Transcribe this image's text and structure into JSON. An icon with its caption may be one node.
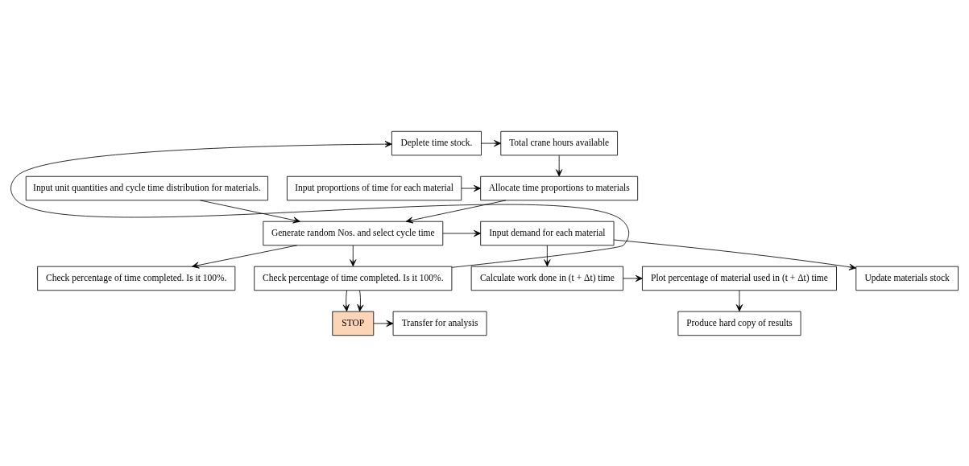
{
  "diagram": {
    "nodes": [
      {
        "text": [
          "Total crane hours available"
        ]
      },
      {
        "text": [
          "Deplete time stock."
        ]
      },
      {
        "text": [
          "Input unit quantities and cycle time distribution for materials."
        ]
      },
      {
        "text": [
          "Allocate time proportions to materials"
        ]
      },
      {
        "text": [
          "Input proportions of time for each material"
        ]
      },
      {
        "text": [
          "Generate random Nos. and select cycle time"
        ]
      },
      {
        "text": [
          "Input demand for each material"
        ]
      },
      {
        "text": [
          "Plot percentage of material used in (t + Δt) time"
        ]
      },
      {
        "text": [
          "Calculate work done in (t + Δt) time"
        ]
      },
      {
        "text": [
          "Check percentage of time completed. Is it 100%."
        ]
      },
      {
        "text": [
          "Update materials stock"
        ]
      },
      {
        "text": [
          "Check percentage of time completed. Is it 100%."
        ]
      },
      {
        "text": [
          "Produce hard copy of results"
        ]
      },
      {
        "text": [
          "STOP"
        ]
      },
      {
        "text": [
          "Transfer for analysis"
        ]
      }
    ],
    "edges": [
      {
        "from": 1,
        "to": 0,
        "arrow": "to"
      },
      {
        "from": 0,
        "to": 3,
        "arrow": "to"
      },
      {
        "from": 4,
        "to": 3,
        "arrow": "to"
      },
      {
        "from": 2,
        "to": 5,
        "arrow": "to"
      },
      {
        "from": 3,
        "to": 5,
        "arrow": "to"
      },
      {
        "from": 5,
        "to": 6,
        "arrow": "to"
      },
      {
        "from": 6,
        "to": 8,
        "arrow": "to"
      },
      {
        "from": 6,
        "to": 10,
        "arrow": "to"
      },
      {
        "from": 8,
        "to": 7,
        "arrow": "to"
      },
      {
        "from": 5,
        "to": 9,
        "arrow": "to"
      },
      {
        "from": 5,
        "to": 11,
        "arrow": "to"
      },
      {
        "from": 7,
        "to": 12,
        "arrow": "to"
      },
      {
        "from": 11,
        "to": 13,
        "arrow": "to"
      },
      {
        "from": 11,
        "to": 13,
        "arrow": "to"
      },
      {
        "from": 11,
        "to": 1,
        "arrow": "to"
      },
      {
        "from": 13,
        "to": 14,
        "arrow": "to"
      }
    ]
  }
}
